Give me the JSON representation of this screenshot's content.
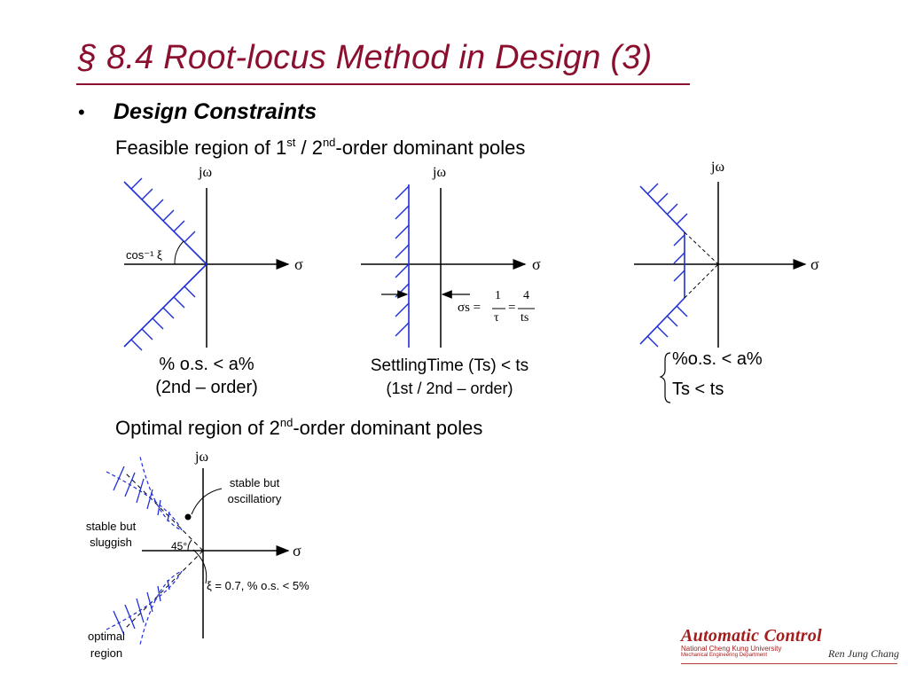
{
  "slide": {
    "title": "§ 8.4   Root-locus Method in Design (3)",
    "bullet_marker": "•",
    "bullet": "Design Constraints"
  },
  "captions": {
    "feasible": {
      "pre": "Feasible region of 1",
      "sup1": "st",
      "mid": " / 2",
      "sup2": "nd",
      "post": "-order dominant poles"
    },
    "optimal": {
      "pre": "Optimal region of 2",
      "sup": "nd",
      "post": "-order dominant poles"
    }
  },
  "diagram1": {
    "jw": "jω",
    "sigma": "σ",
    "angle_label": "cos⁻¹ ξ",
    "line1": "% o.s. < a%",
    "line2": "(2nd – order)"
  },
  "diagram2": {
    "jw": "jω",
    "sigma": "σ",
    "formula_lhs": "σs =",
    "frac1_num": "1",
    "frac1_den": "τ",
    "eq": "=",
    "frac2_num": "4",
    "frac2_den": "ts",
    "line1": "SettlingTime (Ts) < ts",
    "line2": "(1st / 2nd – order)"
  },
  "diagram3": {
    "jw": "jω",
    "sigma": "σ",
    "line1": "%o.s. < a%",
    "line2": "Ts < ts"
  },
  "diagram4": {
    "jw": "jω",
    "sigma": "σ",
    "angle": "45°",
    "stable_osc_1": "stable but",
    "stable_osc_2": "oscillatiory",
    "stable_slug_1": "stable but",
    "stable_slug_2": "sluggish",
    "optimal_1": "optimal",
    "optimal_2": "region",
    "formula": "ξ = 0.7, % o.s. < 5%"
  },
  "logo": {
    "main": "Automatic Control",
    "university": "National Cheng Kung University",
    "department": "Mechanical Engineering Department",
    "signature": "Ren Jung Chang"
  },
  "colors": {
    "title": "#8b0f2e",
    "hatch": "#1f2fd6",
    "logo": "#a31d1d"
  }
}
